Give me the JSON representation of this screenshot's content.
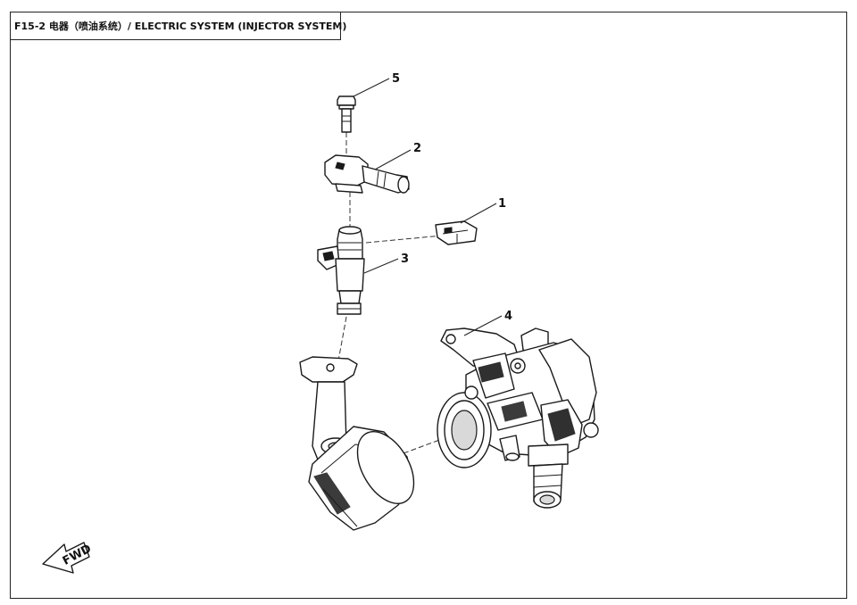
{
  "header": {
    "title": "F15-2 电器（喷油系统）/ ELECTRIC SYSTEM (INJECTOR SYSTEM)"
  },
  "callouts": [
    {
      "id": "1",
      "label": "1"
    },
    {
      "id": "2",
      "label": "2"
    },
    {
      "id": "3",
      "label": "3"
    },
    {
      "id": "4",
      "label": "4"
    },
    {
      "id": "5",
      "label": "5"
    }
  ],
  "direction_marker": {
    "label": "FWD"
  }
}
